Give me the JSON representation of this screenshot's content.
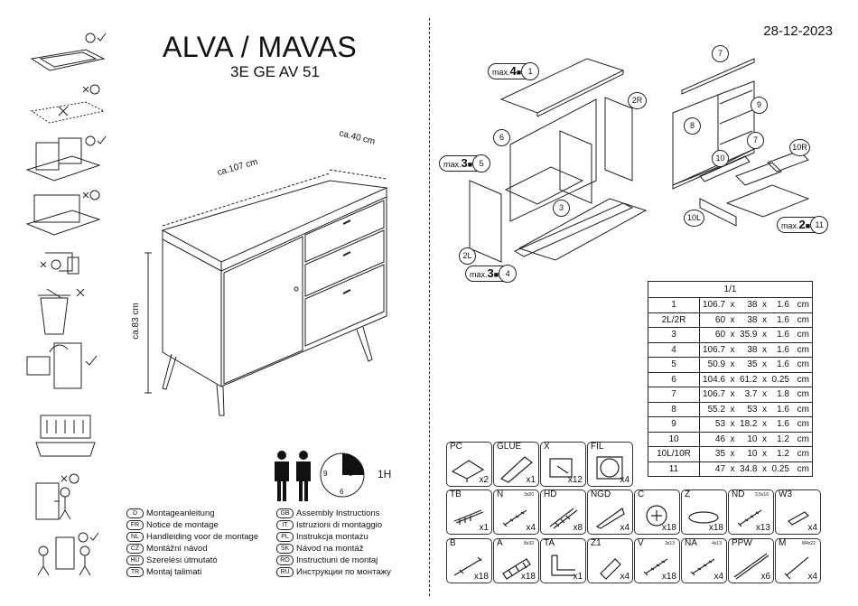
{
  "header": {
    "title": "ALVA / MAVAS",
    "code": "3E GE AV 51",
    "date": "28-12-2023"
  },
  "dimensions": {
    "width": "ca.107 cm",
    "depth": "ca.40 cm",
    "height": "ca.83 cm"
  },
  "time": {
    "clock_ticks": [
      "12",
      "3",
      "6",
      "9"
    ],
    "duration": "1H"
  },
  "languages_left": [
    {
      "code": "D",
      "text": "Montageanleitung"
    },
    {
      "code": "FR",
      "text": "Notice de montage"
    },
    {
      "code": "NL",
      "text": "Handleiding voor de montage"
    },
    {
      "code": "CZ",
      "text": "Montážní návod"
    },
    {
      "code": "HU",
      "text": "Szerelési útmutató"
    },
    {
      "code": "TR",
      "text": "Montaj talimati"
    }
  ],
  "languages_right": [
    {
      "code": "GB",
      "text": "Assembly Instructions"
    },
    {
      "code": "IT",
      "text": "Istruzioni di montaggio"
    },
    {
      "code": "PL",
      "text": "Instrukcja montażu"
    },
    {
      "code": "SK",
      "text": "Návod na montáž"
    },
    {
      "code": "RO",
      "text": "Instructiuni de montaj"
    },
    {
      "code": "RU",
      "text": "Инструкции по монтажу"
    }
  ],
  "callouts": [
    {
      "prefix": "max.",
      "weight": "4",
      "num": "1"
    },
    {
      "prefix": "max.",
      "weight": "3",
      "num": "5"
    },
    {
      "prefix": "max.",
      "weight": "3",
      "num": "4"
    },
    {
      "prefix": "max.",
      "weight": "2",
      "num": "11"
    }
  ],
  "bubbles": [
    "2R",
    "6",
    "3",
    "2L",
    "7",
    "8",
    "9",
    "7",
    "10R",
    "10",
    "10L"
  ],
  "parts_table": {
    "header": "1/1",
    "rows": [
      {
        "id": "1",
        "a": "106.7",
        "b": "38",
        "c": "1.6",
        "u": "cm"
      },
      {
        "id": "2L/2R",
        "a": "60",
        "b": "38",
        "c": "1.6",
        "u": "cm"
      },
      {
        "id": "3",
        "a": "60",
        "b": "35.9",
        "c": "1.6",
        "u": "cm"
      },
      {
        "id": "4",
        "a": "106.7",
        "b": "38",
        "c": "1.6",
        "u": "cm"
      },
      {
        "id": "5",
        "a": "50.9",
        "b": "35",
        "c": "1.6",
        "u": "cm"
      },
      {
        "id": "6",
        "a": "104.6",
        "b": "61.2",
        "c": "0.25",
        "u": "cm"
      },
      {
        "id": "7",
        "a": "106.7",
        "b": "3.7",
        "c": "1.8",
        "u": "cm"
      },
      {
        "id": "8",
        "a": "55.2",
        "b": "53",
        "c": "1.6",
        "u": "cm"
      },
      {
        "id": "9",
        "a": "53",
        "b": "18.2",
        "c": "1.6",
        "u": "cm"
      },
      {
        "id": "10",
        "a": "46",
        "b": "10",
        "c": "1.2",
        "u": "cm"
      },
      {
        "id": "10L/10R",
        "a": "35",
        "b": "10",
        "c": "1.2",
        "u": "cm"
      },
      {
        "id": "11",
        "a": "47",
        "b": "34.8",
        "c": "0.25",
        "u": "cm"
      }
    ],
    "sep": "x"
  },
  "hardware": [
    {
      "label": "PC",
      "sub": "",
      "qty": "x2",
      "icon": "hinge-icon"
    },
    {
      "label": "GLUE",
      "sub": "",
      "qty": "x1",
      "icon": "glue-tube-icon"
    },
    {
      "label": "X",
      "sub": "",
      "qty": "x12",
      "icon": "nail-icon"
    },
    {
      "label": "FIL",
      "sub": "",
      "qty": "x4",
      "icon": "felt-pad-icon"
    },
    {
      "label": "TB",
      "sub": "",
      "qty": "x1",
      "icon": "wall-plug-icon"
    },
    {
      "label": "N",
      "sub": "3x20",
      "qty": "x4",
      "icon": "screw-icon"
    },
    {
      "label": "HD",
      "sub": "",
      "qty": "x8",
      "icon": "dowel-icon"
    },
    {
      "label": "NGD",
      "sub": "",
      "qty": "x4",
      "icon": "wedge-icon"
    },
    {
      "label": "C",
      "sub": "",
      "qty": "x18",
      "icon": "cam-lock-icon"
    },
    {
      "label": "Z",
      "sub": "",
      "qty": "x18",
      "icon": "cover-cap-icon"
    },
    {
      "label": "ND",
      "sub": "3,5x16",
      "qty": "x13",
      "icon": "screw-icon"
    },
    {
      "label": "W3",
      "sub": "",
      "qty": "x4",
      "icon": "pin-icon"
    },
    {
      "label": "B",
      "sub": "",
      "qty": "x18",
      "icon": "cam-bolt-icon"
    },
    {
      "label": "A",
      "sub": "8x32",
      "qty": "x18",
      "icon": "wood-dowel-icon"
    },
    {
      "label": "TA",
      "sub": "",
      "qty": "x1",
      "icon": "bracket-icon"
    },
    {
      "label": "Z1",
      "sub": "",
      "qty": "x4",
      "icon": "sleeve-icon"
    },
    {
      "label": "V",
      "sub": "3x13",
      "qty": "x18",
      "icon": "screw-icon"
    },
    {
      "label": "NA",
      "sub": "4x13",
      "qty": "x4",
      "icon": "screw-icon"
    },
    {
      "label": "PPW",
      "sub": "",
      "qty": "x6",
      "icon": "rail-icon"
    },
    {
      "label": "M",
      "sub": "M4x22",
      "qty": "x4",
      "icon": "bolt-icon"
    }
  ]
}
